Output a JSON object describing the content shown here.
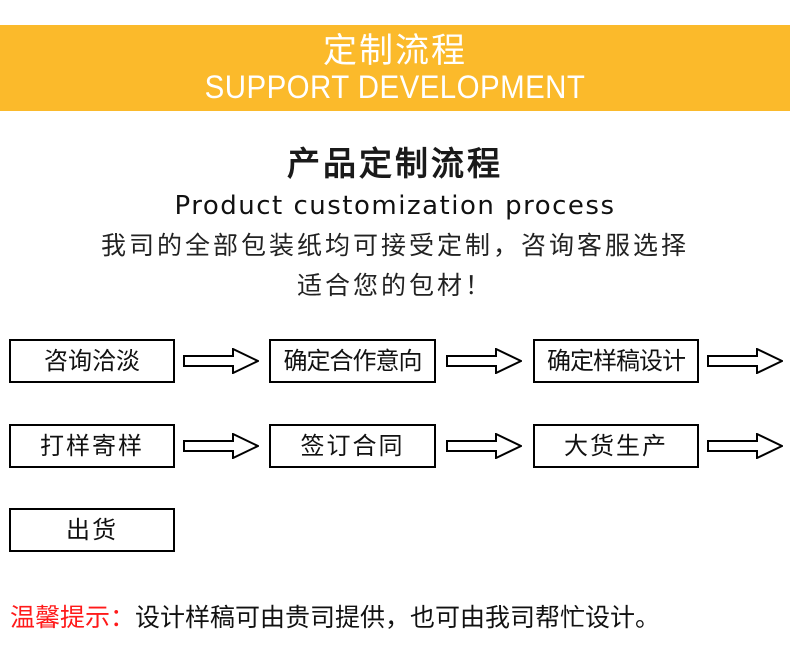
{
  "banner": {
    "title_cn": "定制流程",
    "title_en": "SUPPORT DEVELOPMENT",
    "color": "#FBBA2B"
  },
  "heading": {
    "title_cn": "产品定制流程",
    "title_en": "Product customization process",
    "desc_line1": "我司的全部包装纸均可接受定制，咨询客服选择",
    "desc_line2": "适合您的包材！"
  },
  "flow": {
    "steps": [
      {
        "label": "咨询洽淡"
      },
      {
        "label": "确定合作意向"
      },
      {
        "label": "确定样稿设计"
      },
      {
        "label": "打样寄样"
      },
      {
        "label": "签订合同"
      },
      {
        "label": "大货生产"
      },
      {
        "label": "出货"
      }
    ],
    "arrow_icon": "hollow-right-arrow-icon"
  },
  "tip": {
    "label": "温馨提示：",
    "text": "设计样稿可由贵司提供，也可由我司帮忙设计。",
    "label_color": "#FF1A1A"
  }
}
